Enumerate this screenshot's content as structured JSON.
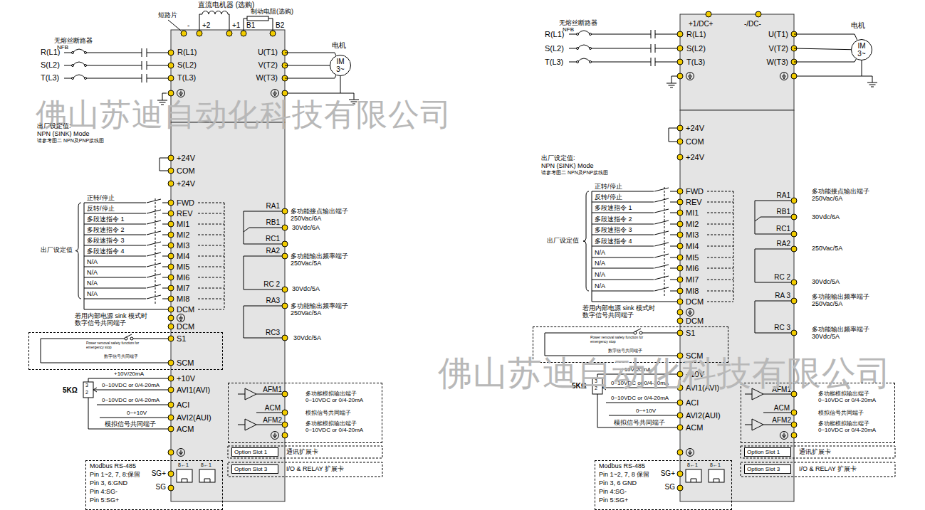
{
  "diagram": {
    "nodes": [
      {
        "text": [
          "R(L1)",
          "S(L2)",
          "T(L3)",
          "U(T1)",
          "V(T2)",
          "W(T3)"
        ]
      },
      {
        "text": [
          "IM 3~"
        ]
      },
      {
        "text": [
          "+24V",
          "COM",
          "+24V",
          "FWD",
          "REV",
          "MI1",
          "MI2",
          "MI3",
          "MI4",
          "MI5",
          "MI6",
          "MI7",
          "MI8",
          "DCM",
          "DCM",
          "S1",
          "SCM",
          "+10V",
          "AVI1(AVI)",
          "ACI",
          "AVI2(AUI)",
          "ACM",
          "RA1",
          "RB1",
          "RC1",
          "RA2",
          "RC 2",
          "RA3",
          "RC3"
        ]
      },
      {
        "text": [
          "Power removal safety function for emergency stop",
          "数字信号共同端子"
        ]
      },
      {
        "text": [
          "AFM1",
          "多功能模拟输出端子 0~10VDC or 0/4-20mA",
          "ACM",
          "模拟信号共同端子",
          "AFM2",
          "多功能模拟输出端子 0~10VDC or 0/4-20mA"
        ]
      },
      {
        "text": [
          "Option Slot 1",
          "通讯扩展卡"
        ]
      },
      {
        "text": [
          "Option Slot 3",
          "I/O & RELAY 扩展卡"
        ]
      },
      {
        "text": [
          "Modbus RS-485",
          "Pin 1~2, 7, 8:保留",
          "Pin 3, 6:GND",
          "Pin 4:SG-",
          "Pin 5:SG+",
          "SG+",
          "SG"
        ]
      },
      {
        "text": [
          "+1/DC+",
          "-/DC-",
          "R(L1)",
          "S(L2)",
          "T(L3)",
          "U(T1)",
          "V(T2)",
          "W(T3)"
        ]
      },
      {
        "text": [
          "IM 3~"
        ]
      },
      {
        "text": [
          "+24V",
          "COM",
          "+24V",
          "FWD",
          "REV",
          "MI1",
          "MI2",
          "MI3",
          "MI4",
          "MI5",
          "MI6",
          "MI7",
          "MI8",
          "DCM",
          "DCM",
          "S1",
          "SCM",
          "+10V",
          "AVI1(AVI)",
          "ACI",
          "AVI2(AUI)",
          "ACM",
          "RA1",
          "RB1",
          "RC1",
          "RA2",
          "RC 2",
          "RA 3",
          "RC 3"
        ]
      },
      {
        "text": [
          "Power removal safety function for emergency stop",
          "数字信号共同端子"
        ]
      },
      {
        "text": [
          "AFM1",
          "多功能模拟输出端子 0~10VDC or 0/4-20mA",
          "ACM",
          "模拟信号共同端子",
          "AFM2",
          "多功能模拟输出端子 0~10VDC or 0/4-20mA"
        ]
      },
      {
        "text": [
          "Option Slot 1",
          "通讯扩展卡"
        ]
      },
      {
        "text": [
          "Option Slot 3",
          "I/O & RELAY 扩展卡"
        ]
      },
      {
        "text": [
          "Modbus RS-485",
          "Pin 1~2, 7, 8 保留",
          "Pin 3, 6 GND",
          "Pin 4:SG-",
          "Pin 5:SG+",
          "SG+",
          "SG"
        ]
      }
    ],
    "edges": [
      {
        "from": 0,
        "to": 1,
        "arrow": "none"
      },
      {
        "from": 0,
        "to": 1,
        "arrow": "none"
      },
      {
        "from": 0,
        "to": 1,
        "arrow": "none"
      },
      {
        "from": 8,
        "to": 9,
        "arrow": "none"
      },
      {
        "from": 8,
        "to": 9,
        "arrow": "none"
      },
      {
        "from": 8,
        "to": 9,
        "arrow": "none"
      }
    ],
    "labels": [
      "直流电机器 (选购)",
      "短路片",
      "制动电阻(选购)",
      "-",
      "+2",
      "+1",
      "B1",
      "B2",
      "无熔丝断路器",
      "NFB",
      "R(L1)",
      "S(L2)",
      "T(L3)",
      "电机",
      "佛山苏迪自动化科技有限公司",
      "出厂设定值:",
      "NPN (SINK) Mode",
      "请参考图二 NPN及PNP接线图",
      "正转/停止",
      "反转/停止",
      "多段速指令 1",
      "多段速指令 2",
      "多段速指令 3",
      "多段速指令 4",
      "N/A",
      "N/A",
      "N/A",
      "N/A",
      "出厂设定值",
      "若用内部电源 sink 模式时 数字信号共同端子",
      "多功能接点输出端子 250Vac/6A",
      "30Vdc/6A",
      "多功能输出频率端子 250Vac/5A",
      "30Vdc/5A",
      "多功能输出频率端子 250Vac/5A",
      "30Vdc/5A",
      "+10V/20mA",
      "5KΩ",
      "3",
      "2",
      "0~10VDC or 0/4-20mA",
      "0~10VDC or 0/4-20mA",
      "0~+10V",
      "模拟信号共同端子",
      "8←1",
      "8←1",
      "无熔丝断路器",
      "NFB",
      "R(L1)",
      "S(L2)",
      "T(L3)",
      "电机",
      "出厂设定值:",
      "NPN (SINK) Mode",
      "请参考图二 NPN及PNP接线图",
      "正转/停止",
      "反转/停止",
      "多段速指令 1",
      "多段速指令 2",
      "多段速指令 3",
      "多段速指令 4",
      "N/A",
      "N/A",
      "N/A",
      "N/A",
      "出厂设定值",
      "若用内部电源 sink 模式时 数字信号共同端子",
      "多功能接点输出端子 250Vac/6A",
      "30Vdc/6A",
      "250Vac/5A",
      "30Vdc/5A",
      "多功能输出频率端子 250Vac/5A",
      "多功能输出频率端子 30Vdc/5A",
      "+10V/20mA",
      "5KΩ",
      "3",
      "2",
      "0~10VDC or 0/4-20mA",
      "0~10VDC or 0/4-20mA",
      "0~+10V",
      "模拟信号共同端子",
      "8←1",
      "8←1",
      "佛山苏迪自动化科技有限公司"
    ]
  }
}
